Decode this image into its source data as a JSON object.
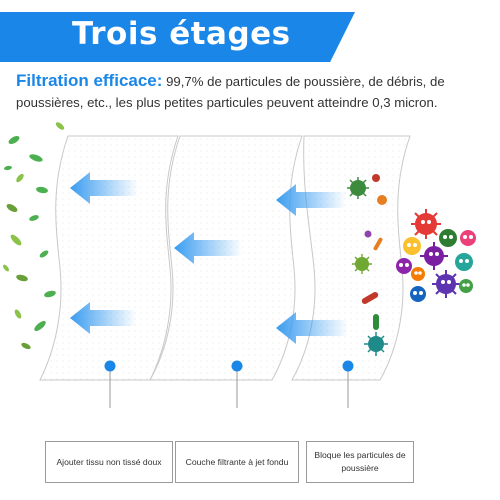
{
  "header": {
    "title": "Trois étages"
  },
  "description": {
    "lead": "Filtration efficace:",
    "text": " 99,7% de particules de poussière, de débris, de poussières, etc., les plus petites particules peuvent atteindre 0,3 micron."
  },
  "layers": [
    {
      "label": "Ajouter tissu non tissé doux"
    },
    {
      "label": "Couche filtrante à jet fondu"
    },
    {
      "label": "Bloque les particules de poussière"
    }
  ],
  "icons": {
    "arrow": "arrow-left-icon",
    "leaf": "leaf-icon",
    "germ": "germ-icon",
    "pointer": "pointer-dot-icon"
  },
  "colors": {
    "accent": "#1a86e8",
    "arrow": "#4aa8f0",
    "leaf": "#4caf50"
  }
}
